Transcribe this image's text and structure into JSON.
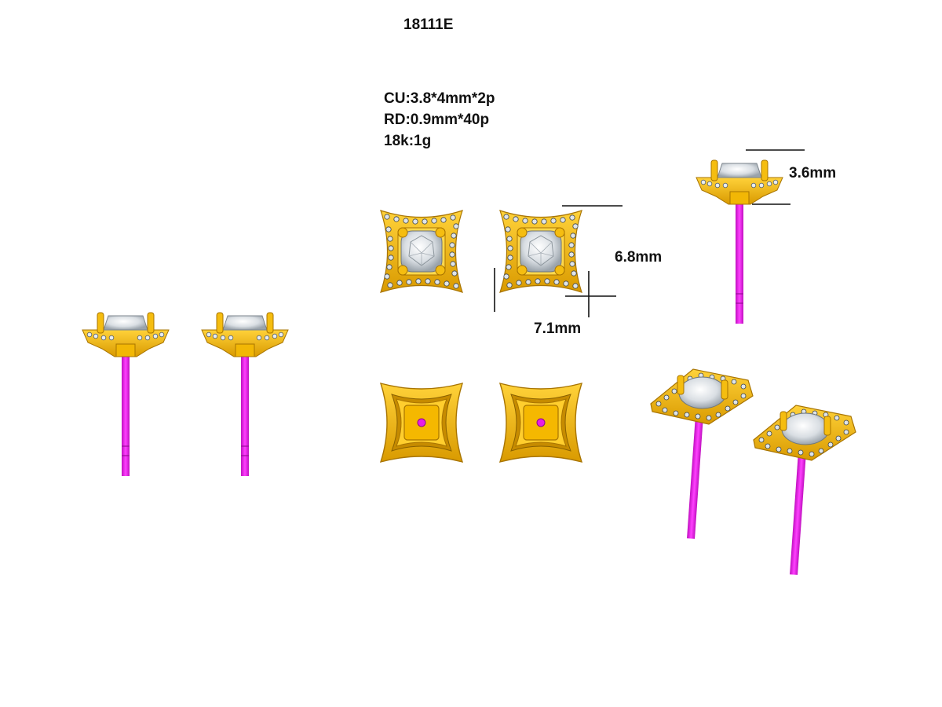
{
  "title": "18111E",
  "specs": {
    "center_stone": "CU:3.8*4mm*2p",
    "side_stones": "RD:0.9mm*40p",
    "metal": "18k:1g"
  },
  "dimensions": {
    "height": "3.6mm",
    "length": "6.8mm",
    "width": "7.1mm"
  },
  "colors": {
    "gold": "#f2b705",
    "gold_dark": "#b07d00",
    "post": "#e81ce8",
    "diamond": "#e8ecef",
    "line": "#111111"
  }
}
